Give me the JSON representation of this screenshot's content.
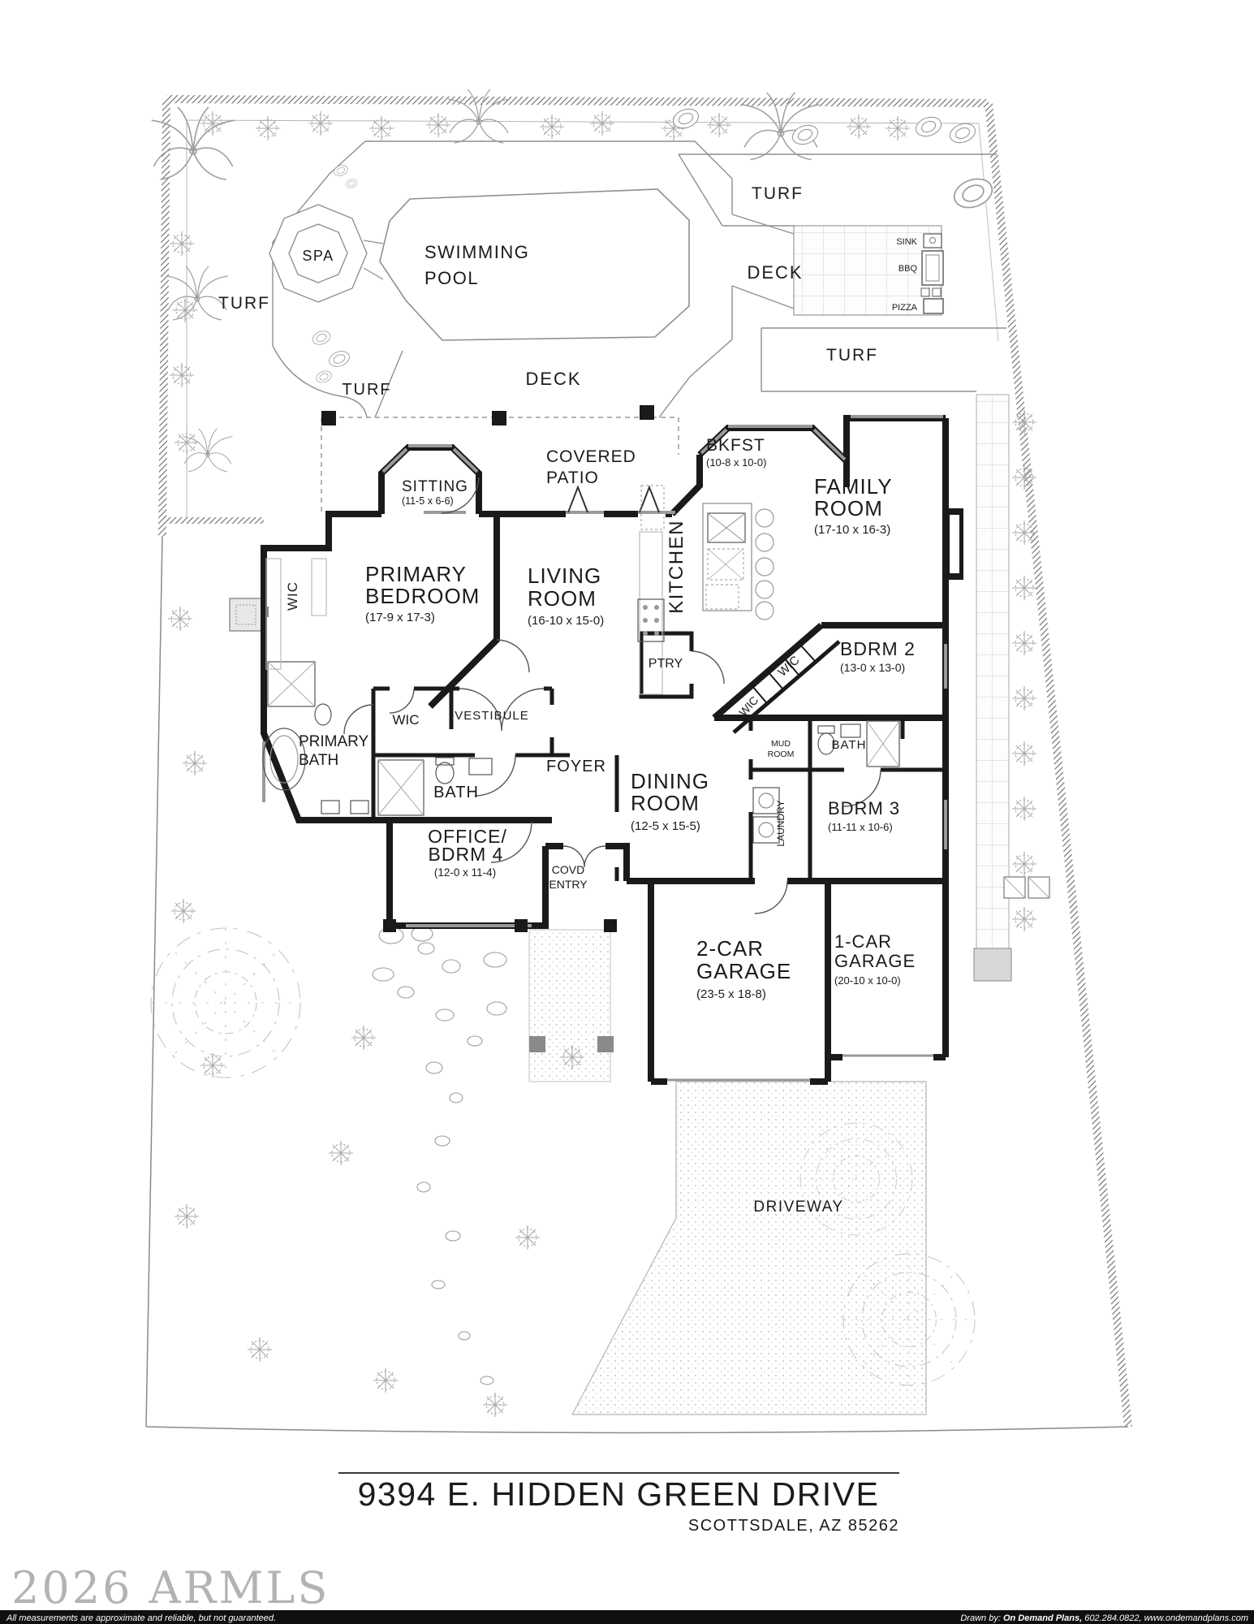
{
  "plan": {
    "address_line1": "9394 E. HIDDEN GREEN DRIVE",
    "address_line2": "SCOTTSDALE, AZ 85262",
    "watermark": "2026 ARMLS",
    "footer": {
      "disclaimer": "All measurements are approximate and reliable, but not guaranteed.",
      "drawn_by_label": "Drawn by: ",
      "drawn_by_company": "On Demand Plans,",
      "drawn_by_contact": " 602.284.0822, www.ondemandplans.com"
    },
    "outdoor": {
      "turf": "TURF",
      "deck": "DECK",
      "spa": "SPA",
      "pool_l1": "SWIMMING",
      "pool_l2": "POOL",
      "sink": "SINK",
      "bbq": "BBQ",
      "pizza": "PIZZA",
      "driveway": "DRIVEWAY"
    },
    "rooms": {
      "covered_patio": {
        "l1": "COVERED",
        "l2": "PATIO"
      },
      "sitting": {
        "name": "SITTING",
        "dims": "(11-5 x 6-6)"
      },
      "primary_bedroom": {
        "l1": "PRIMARY",
        "l2": "BEDROOM",
        "dims": "(17-9 x 17-3)"
      },
      "primary_bath": {
        "l1": "PRIMARY",
        "l2": "BATH"
      },
      "wic": "WIC",
      "living": {
        "l1": "LIVING",
        "l2": "ROOM",
        "dims": "(16-10 x 15-0)"
      },
      "kitchen": "KITCHEN",
      "bkfst": {
        "name": "BKFST",
        "dims": "(10-8 x 10-0)"
      },
      "family": {
        "l1": "FAMILY",
        "l2": "ROOM",
        "dims": "(17-10 x 16-3)"
      },
      "ptry": "PTRY",
      "bdrm2": {
        "name": "BDRM 2",
        "dims": "(13-0 x 13-0)"
      },
      "vestibule": "VESTIBULE",
      "bath": "BATH",
      "foyer": "FOYER",
      "dining": {
        "l1": "DINING",
        "l2": "ROOM",
        "dims": "(12-5 x 15-5)"
      },
      "mud_room": {
        "l1": "MUD",
        "l2": "ROOM"
      },
      "bdrm3": {
        "name": "BDRM 3",
        "dims": "(11-11 x 10-6)"
      },
      "laundry": "LAUNDRY",
      "office": {
        "l1": "OFFICE/",
        "l2": "BDRM 4",
        "dims": "(12-0 x 11-4)"
      },
      "covd_entry": {
        "l1": "COVD",
        "l2": "ENTRY"
      },
      "garage2": {
        "l1": "2-CAR",
        "l2": "GARAGE",
        "dims": "(23-5 x 18-8)"
      },
      "garage1": {
        "l1": "1-CAR",
        "l2": "GARAGE",
        "dims": "(20-10 x 10-0)"
      }
    }
  }
}
